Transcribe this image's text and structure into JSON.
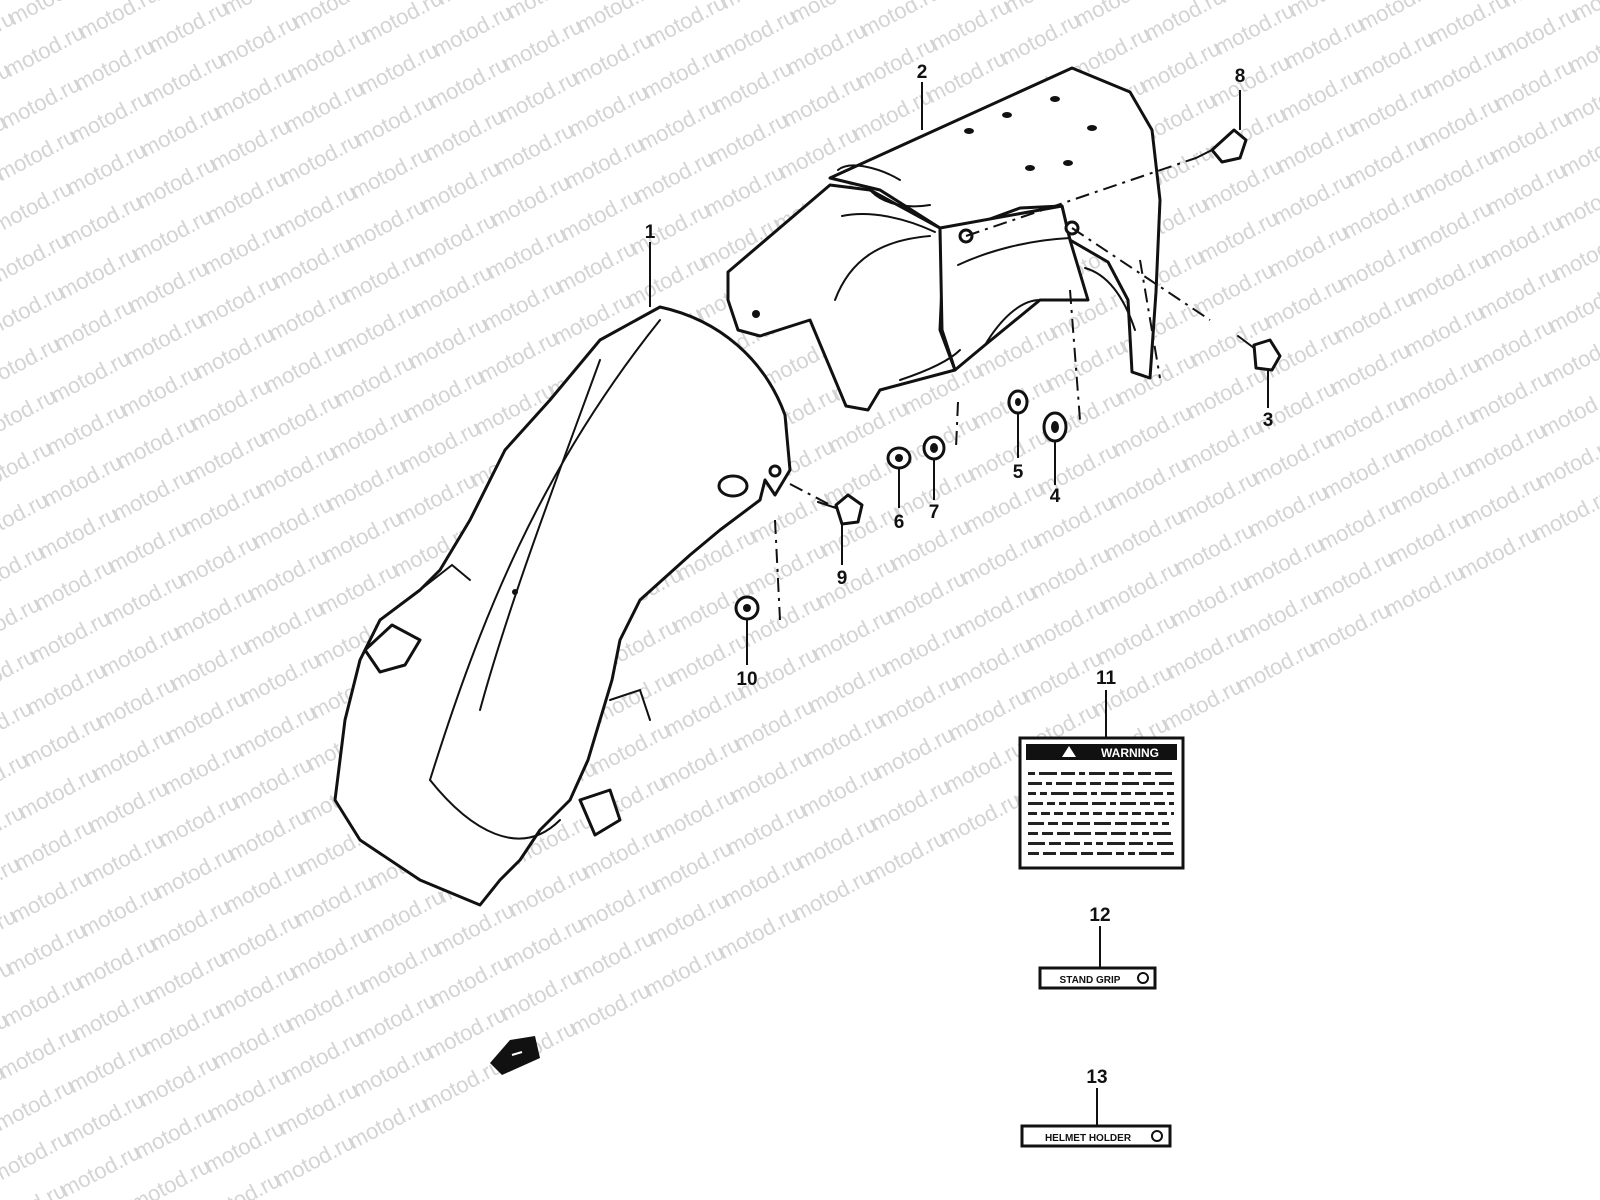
{
  "watermark": {
    "text": "motod.ru",
    "color": "#d4d4d4"
  },
  "callouts": {
    "c1": "1",
    "c2": "2",
    "c3": "3",
    "c4": "4",
    "c5": "5",
    "c6": "6",
    "c7": "7",
    "c8": "8",
    "c9": "9",
    "c10": "10",
    "c11": "11",
    "c12": "12",
    "c13": "13"
  },
  "labels": {
    "warning_title": "WARNING",
    "stand_grip": "STAND GRIP",
    "helmet_holder": "HELMET HOLDER"
  },
  "icons": {
    "warning": "warning-triangle-icon",
    "arrow": "arrow-decal-icon"
  }
}
